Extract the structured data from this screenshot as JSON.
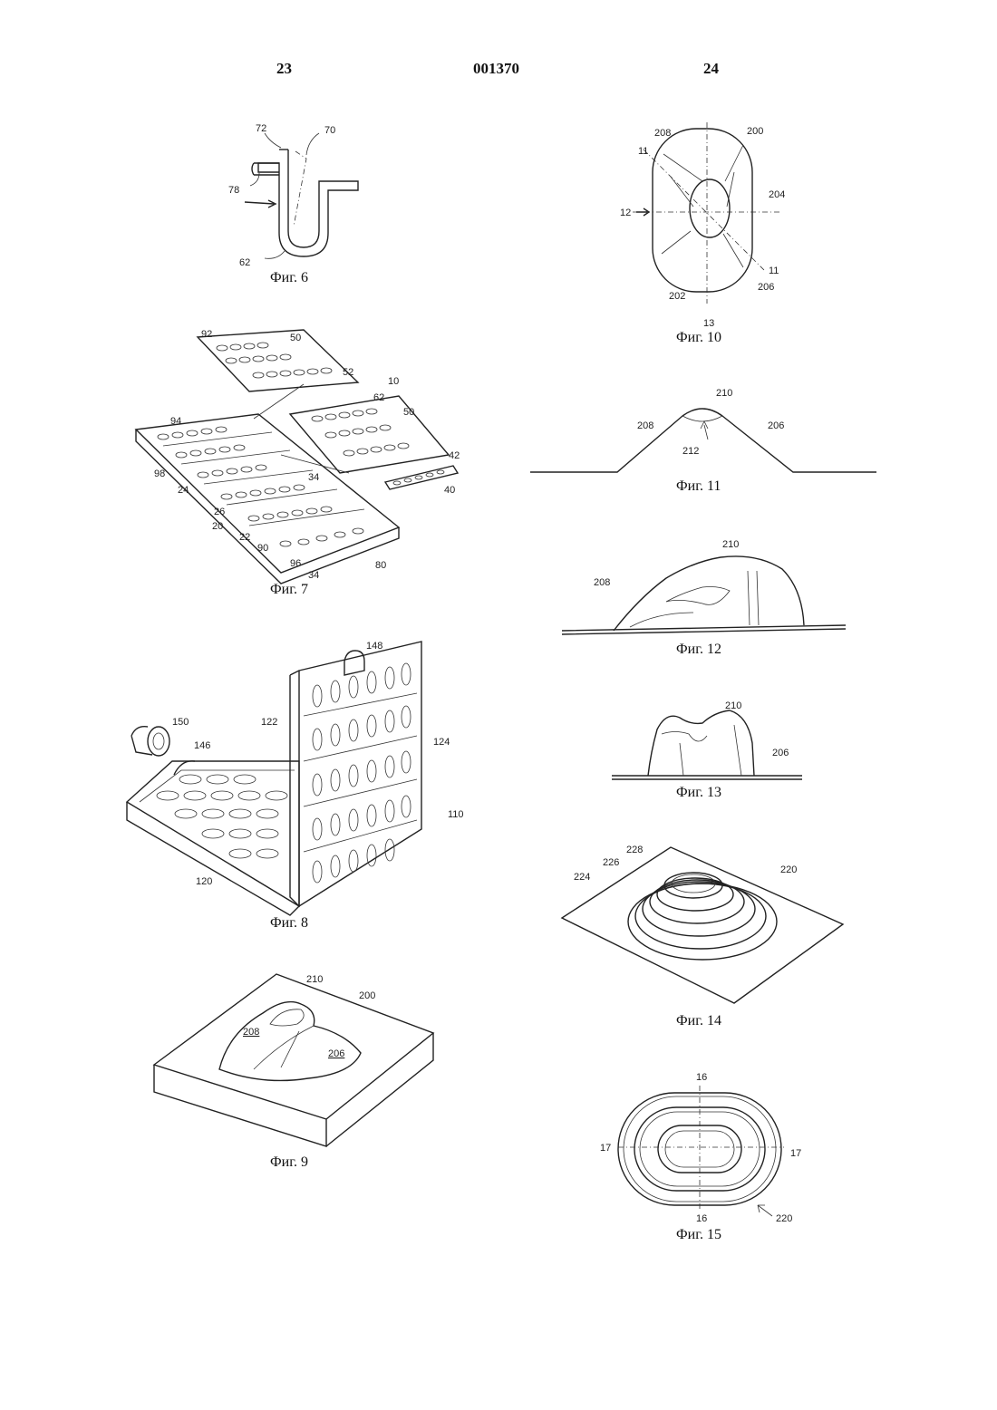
{
  "header": {
    "left_page": "23",
    "doc_number": "001370",
    "right_page": "24"
  },
  "figures": {
    "fig6": {
      "caption": "Фиг. 6",
      "labels": [
        "72",
        "70",
        "78",
        "62"
      ]
    },
    "fig7": {
      "caption": "Фиг. 7",
      "labels": [
        "92",
        "50",
        "52",
        "10",
        "94",
        "62",
        "50",
        "42",
        "98",
        "34",
        "24",
        "40",
        "26",
        "20",
        "22",
        "90",
        "96",
        "80",
        "34"
      ]
    },
    "fig8": {
      "caption": "Фиг. 8",
      "labels": [
        "148",
        "150",
        "122",
        "146",
        "124",
        "110",
        "120"
      ]
    },
    "fig9": {
      "caption": "Фиг. 9",
      "labels": [
        "210",
        "200",
        "208",
        "206"
      ]
    },
    "fig10": {
      "caption": "Фиг. 10",
      "labels": [
        "208",
        "200",
        "11",
        "204",
        "12",
        "11",
        "206",
        "202",
        "13"
      ]
    },
    "fig11": {
      "caption": "Фиг. 11",
      "labels": [
        "210",
        "208",
        "206",
        "212"
      ]
    },
    "fig12": {
      "caption": "Фиг. 12",
      "labels": [
        "210",
        "208"
      ]
    },
    "fig13": {
      "caption": "Фиг. 13",
      "labels": [
        "210",
        "206"
      ]
    },
    "fig14": {
      "caption": "Фиг. 14",
      "labels": [
        "228",
        "226",
        "224",
        "220"
      ]
    },
    "fig15": {
      "caption": "Фиг. 15",
      "labels": [
        "16",
        "17",
        "17",
        "16",
        "220"
      ]
    }
  }
}
